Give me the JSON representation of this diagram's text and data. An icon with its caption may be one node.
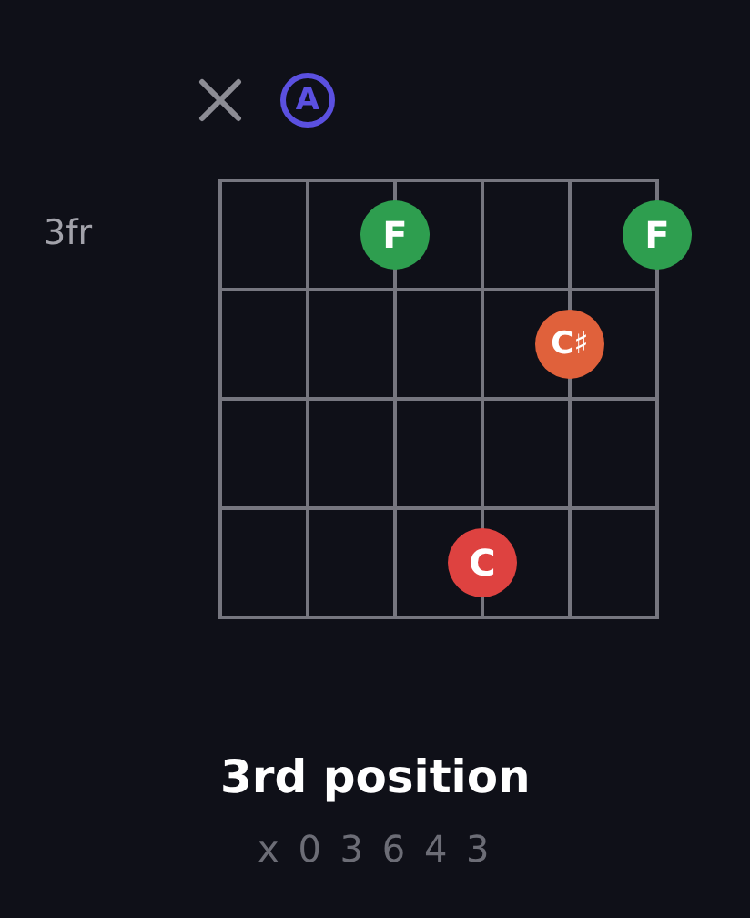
{
  "diagram": {
    "title": "3rd position",
    "nodes": [
      {
        "text": [
          "A"
        ]
      },
      {
        "text": [
          "F"
        ]
      },
      {
        "text": [
          "F"
        ]
      },
      {
        "text": [
          "C♯"
        ]
      },
      {
        "text": [
          "C"
        ]
      }
    ],
    "labels": [
      "3fr",
      "x 0 3 6 4 3"
    ]
  }
}
